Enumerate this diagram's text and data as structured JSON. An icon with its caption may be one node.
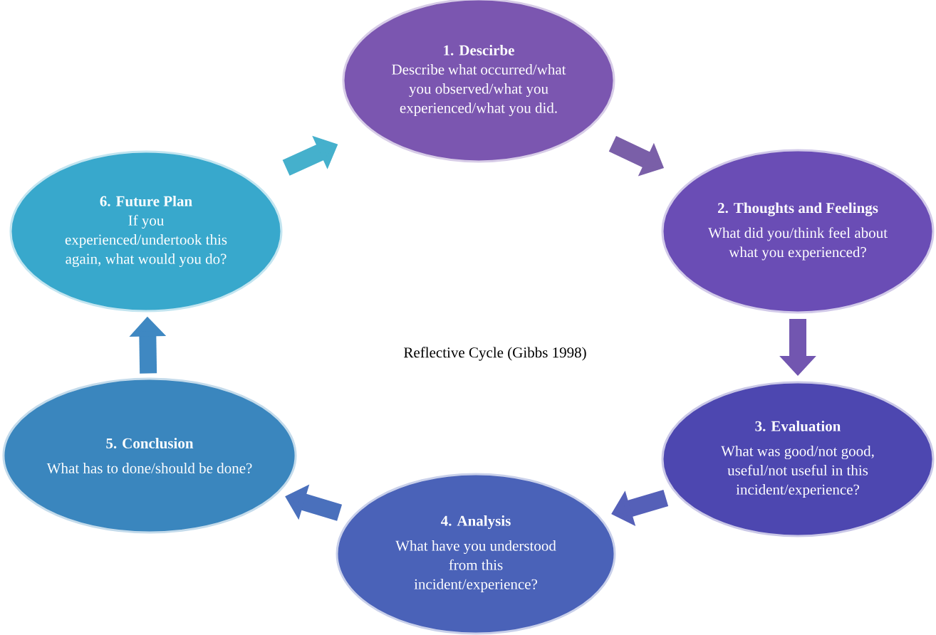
{
  "diagram": {
    "title": "Reflective Cycle (Gibbs 1998)",
    "nodes": [
      {
        "text": [
          "1. Descirbe",
          "Describe what occurred/what you observed/what you experienced/what you did."
        ]
      },
      {
        "text": [
          "2. Thoughts and Feelings",
          "What did you/think feel about what you experienced?"
        ]
      },
      {
        "text": [
          "3. Evaluation",
          "What was good/not good, useful/not useful in this incident/experience?"
        ]
      },
      {
        "text": [
          "4. Analysis",
          "What have you understood from this incident/experience?"
        ]
      },
      {
        "text": [
          "5. Conclusion",
          "What has to done/should be done?"
        ]
      },
      {
        "text": [
          "6.  Future Plan",
          "If you experienced/undertook this again, what would you do?"
        ]
      }
    ],
    "edges": [
      {
        "from": 0,
        "to": 1,
        "arrow": "to",
        "color": "#7a5fa8"
      },
      {
        "from": 1,
        "to": 2,
        "arrow": "to",
        "color": "#7256b0"
      },
      {
        "from": 2,
        "to": 3,
        "arrow": "to",
        "color": "#5560b8"
      },
      {
        "from": 3,
        "to": 4,
        "arrow": "to",
        "color": "#4a70bc"
      },
      {
        "from": 4,
        "to": 5,
        "arrow": "to",
        "color": "#3f88c2"
      },
      {
        "from": 5,
        "to": 0,
        "arrow": "to",
        "color": "#45b0cc"
      }
    ]
  }
}
